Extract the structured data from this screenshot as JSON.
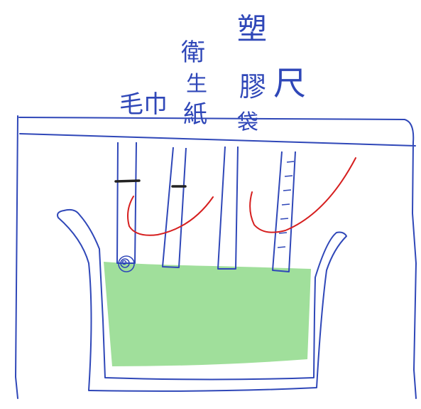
{
  "labels": {
    "towel": "毛巾",
    "tissue_1": "衛",
    "tissue_2": "生",
    "tissue_3": "紙",
    "plastic_1": "塑",
    "plastic_2": "膠",
    "plastic_3": "袋",
    "ruler": "尺"
  },
  "colors": {
    "ink": "#2f47b8",
    "wick": "#d61f1f",
    "water": "#8fd98a",
    "band": "#222222"
  }
}
